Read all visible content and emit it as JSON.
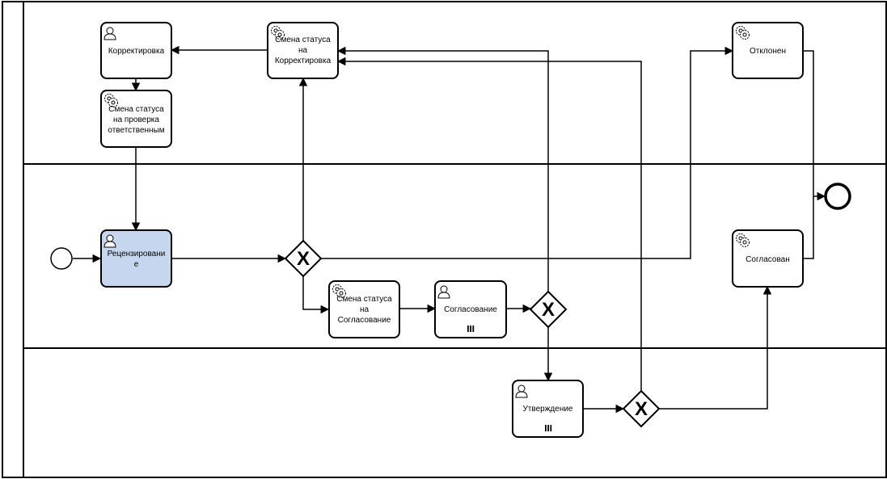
{
  "colors": {
    "task_fill": "#ffffff",
    "task_highlight_fill": "#c5d6ee",
    "line": "#000000"
  },
  "pool": {
    "lanes": [
      "",
      "",
      ""
    ]
  },
  "tasks": {
    "korrektirovka": {
      "icon": "user-icon",
      "lines": [
        "Корректировка"
      ]
    },
    "smena_proverka": {
      "icon": "gear-icon",
      "lines": [
        "Смена статуса",
        "на проверка",
        "ответственным"
      ]
    },
    "smena_korrektirovka": {
      "icon": "gear-icon",
      "lines": [
        "Смена статуса",
        "на",
        "Корректировка"
      ]
    },
    "otklonen": {
      "icon": "gear-icon",
      "lines": [
        "Отклонен"
      ]
    },
    "recenzirovanie": {
      "icon": "user-icon",
      "lines": [
        "Рецензировани",
        "е"
      ],
      "highlighted": true
    },
    "soglasovan": {
      "icon": "gear-icon",
      "lines": [
        "Согласован"
      ]
    },
    "smena_soglasovanie": {
      "icon": "gear-icon",
      "lines": [
        "Смена статуса",
        "на",
        "Согласование"
      ]
    },
    "soglasovanie": {
      "icon": "user-icon",
      "lines": [
        "Согласование"
      ],
      "multi_instance": true
    },
    "utverzhdenie": {
      "icon": "user-icon",
      "lines": [
        "Утверждение"
      ],
      "multi_instance": true
    }
  },
  "gateways": {
    "gw1": {
      "type": "exclusive",
      "marker": "X"
    },
    "gw2": {
      "type": "exclusive",
      "marker": "X"
    },
    "gw3": {
      "type": "exclusive",
      "marker": "X"
    }
  },
  "events": {
    "start": {
      "type": "start"
    },
    "end": {
      "type": "end"
    }
  }
}
